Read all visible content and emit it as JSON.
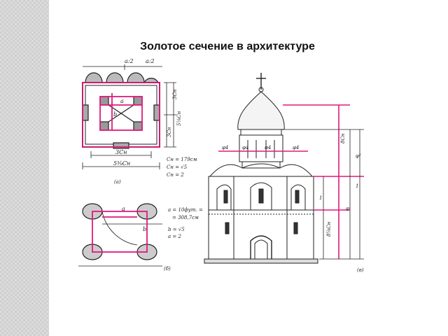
{
  "slide": {
    "title": "Золотое сечение в архитектуре"
  },
  "plan_a": {
    "top_labels": [
      "a:2",
      "a:2"
    ],
    "inner_labels": [
      "a",
      "b"
    ],
    "right_labels": [
      "3Cн",
      "3Cн",
      "5⅝Cн"
    ],
    "bottom_labels": [
      "3Cн",
      "5⅝Cн"
    ],
    "formulas": [
      "Cн = 179см",
      "Cн = √5",
      "Cн = 2"
    ],
    "caption": "(а)"
  },
  "plan_b": {
    "labels": [
      "a",
      "b"
    ],
    "formulas": [
      "a = 10фут. =",
      "= 308,7см",
      "b = √5",
      "a = 2"
    ],
    "caption": "(б)"
  },
  "elevation": {
    "labels": [
      "φ4",
      "φ4",
      "φ4",
      "φ4"
    ],
    "right_labels": [
      "8Cн",
      "φ²",
      "1",
      "φ",
      "8⅝Cн",
      "1"
    ],
    "caption": "(в)"
  },
  "colors": {
    "accent": "#e0197d",
    "ink": "#222222"
  }
}
